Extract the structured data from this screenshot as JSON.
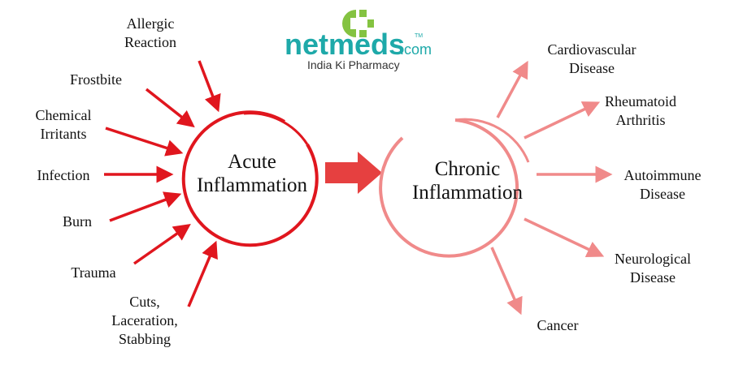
{
  "logo": {
    "brand": "netmeds",
    "suffix": ".com",
    "tm": "TM",
    "tagline": "India Ki Pharmacy"
  },
  "acute": {
    "line1": "Acute",
    "line2": "Inflammation"
  },
  "chronic": {
    "line1": "Chronic",
    "line2": "Inflammation"
  },
  "causes": [
    {
      "lines": [
        "Allergic",
        "Reaction"
      ]
    },
    {
      "lines": [
        "Frostbite"
      ]
    },
    {
      "lines": [
        "Chemical",
        "Irritants"
      ]
    },
    {
      "lines": [
        "Infection"
      ]
    },
    {
      "lines": [
        "Burn"
      ]
    },
    {
      "lines": [
        "Trauma"
      ]
    },
    {
      "lines": [
        "Cuts,",
        "Laceration,",
        "Stabbing"
      ]
    }
  ],
  "outcomes": [
    {
      "lines": [
        "Cardiovascular",
        "Disease"
      ]
    },
    {
      "lines": [
        "Rheumatoid",
        "Arthritis"
      ]
    },
    {
      "lines": [
        "Autoimmune",
        "Disease"
      ]
    },
    {
      "lines": [
        "Neurological",
        "Disease"
      ]
    },
    {
      "lines": [
        "Cancer"
      ]
    }
  ],
  "colors": {
    "acute": "#e0161e",
    "chronic": "#f08a8a",
    "logo_teal": "#1ea9a9",
    "logo_green": "#84c341"
  }
}
